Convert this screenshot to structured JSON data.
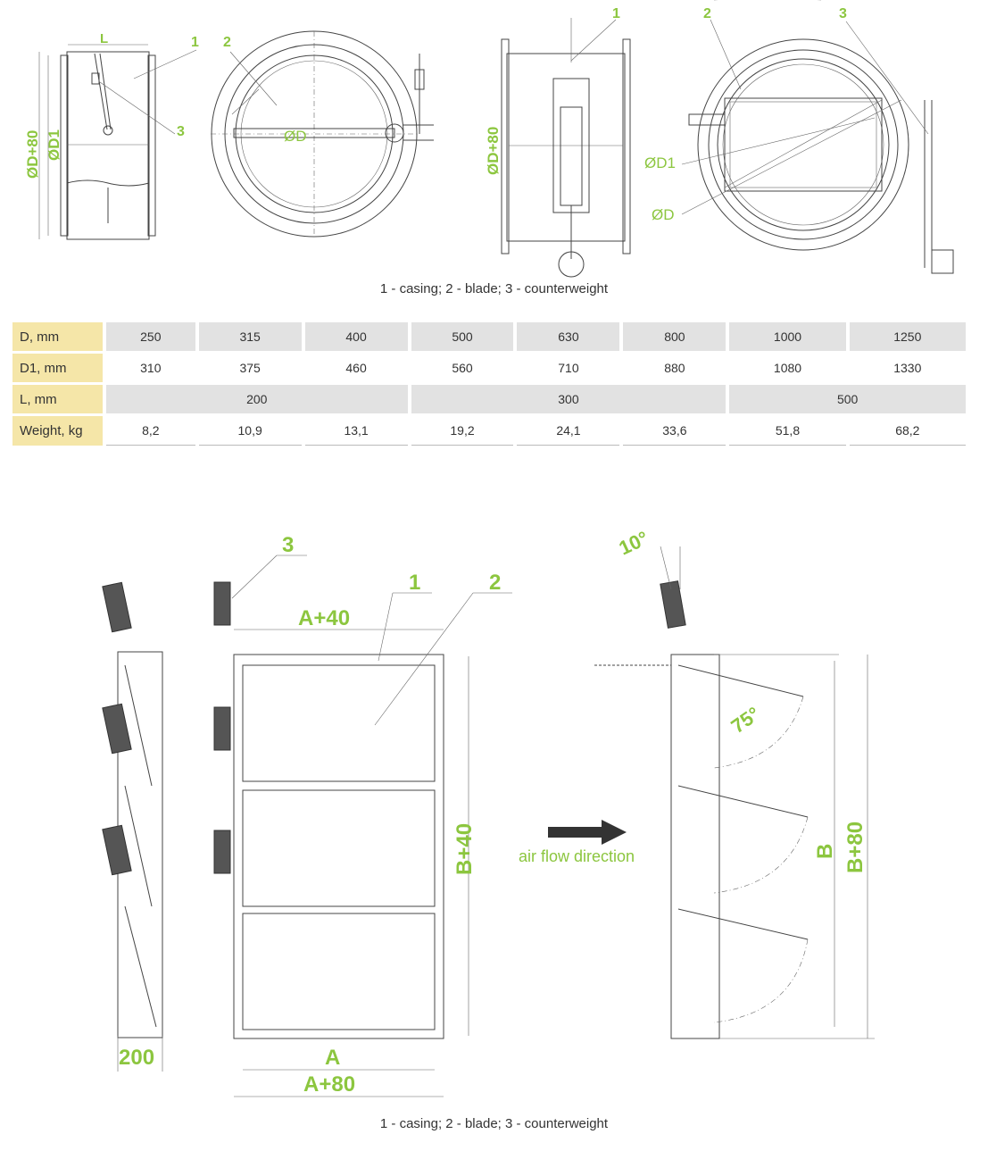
{
  "top_labels": {
    "L": "L",
    "n1": "1",
    "n2": "2",
    "n3": "3",
    "d80": "ØD+80",
    "d1": "ØD1",
    "d": "ØD",
    "mid_n1": "1",
    "mid_d80": "ØD+80",
    "right_n2": "2",
    "right_n3": "3",
    "right_d1": "ØD1",
    "right_d": "ØD"
  },
  "caption_top": "1 - casing; 2 - blade; 3 - counterweight",
  "table": {
    "rows": [
      {
        "label": "D, mm",
        "values": [
          "250",
          "315",
          "400",
          "500",
          "630",
          "800",
          "1000",
          "1250"
        ]
      },
      {
        "label": "D1, mm",
        "values": [
          "310",
          "375",
          "460",
          "560",
          "710",
          "880",
          "1080",
          "1330"
        ]
      },
      {
        "label": "L, mm",
        "values": [
          "200",
          "300",
          "500"
        ]
      },
      {
        "label": "Weight, kg",
        "values": [
          "8,2",
          "10,9",
          "13,1",
          "19,2",
          "24,1",
          "33,6",
          "51,8",
          "68,2"
        ]
      }
    ]
  },
  "bottom_labels": {
    "n3": "3",
    "n1": "1",
    "n2": "2",
    "a40": "A+40",
    "b40": "B+40",
    "a": "A",
    "a80": "A+80",
    "w200": "200",
    "airflow": "air flow direction",
    "deg10": "10°",
    "deg75": "75°",
    "b": "B",
    "b80": "B+80"
  },
  "caption_bottom": "1 - casing; 2 - blade; 3 - counterweight",
  "colors": {
    "accent": "#8cc63f",
    "header_bg": "#f5e6a8",
    "row_bg": "#e2e2e2"
  }
}
